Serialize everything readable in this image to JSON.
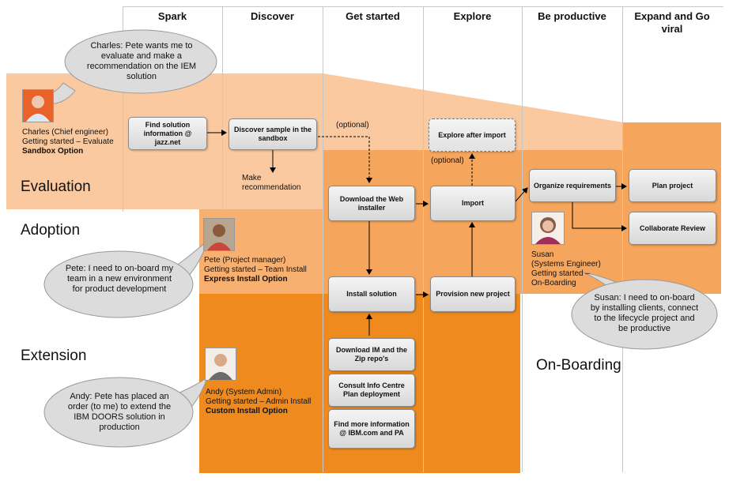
{
  "columns": [
    "Spark",
    "Discover",
    "Get started",
    "Explore",
    "Be productive",
    "Expand and Go viral"
  ],
  "bands": {
    "evaluation": "Evaluation",
    "adoption": "Adoption",
    "extension": "Extension",
    "onboarding": "On-Boarding"
  },
  "steps": {
    "find_solution": "Find solution information @ jazz.net",
    "discover_sample": "Discover sample in the sandbox",
    "download_web_installer": "Download the Web installer",
    "explore_after_import": "Explore after import",
    "import": "Import",
    "organize_requirements": "Organize requirements",
    "plan_project": "Plan project",
    "collaborate_review": "Collaborate Review",
    "install_solution": "Install solution",
    "provision_project": "Provision new project",
    "download_im": "Download IM and the Zip repo's",
    "consult_info": "Consult Info Centre Plan deployment",
    "find_more": "Find more information @ IBM.com and PA"
  },
  "notes": {
    "optional_1": "(optional)",
    "optional_2": "(optional)",
    "make_recommendation": "Make recommendation"
  },
  "personas": {
    "charles": {
      "line1": "Charles (Chief engineer)",
      "line2": "Getting started – Evaluate",
      "option": "Sandbox Option"
    },
    "pete": {
      "line1": "Pete (Project manager)",
      "line2": "Getting started – Team Install",
      "option": "Express Install Option"
    },
    "andy": {
      "line1": "Andy (System Admin)",
      "line2": "Getting started – Admin Install",
      "option": "Custom Install Option"
    },
    "susan": {
      "line1": "Susan",
      "line2": "(Systems Engineer)",
      "line3": "Getting started –",
      "line4": "On-Boarding"
    }
  },
  "bubbles": {
    "charles": "Charles: Pete wants me to evaluate and make a recommendation on the IEM solution",
    "pete": "Pete: I need to on-board  my team in a new environment for product development",
    "andy": "Andy: Pete has placed an order (to me) to extend the IBM DOORS solution in production",
    "susan": "Susan: I need to on-board by installing clients, connect to the lifecycle project and be productive"
  },
  "colors": {
    "evaluation_band": "#fbc9a0",
    "adoption_band": "#f7a45a",
    "extension_band": "#ee8a1e",
    "bubble": "#dcdcdc"
  }
}
